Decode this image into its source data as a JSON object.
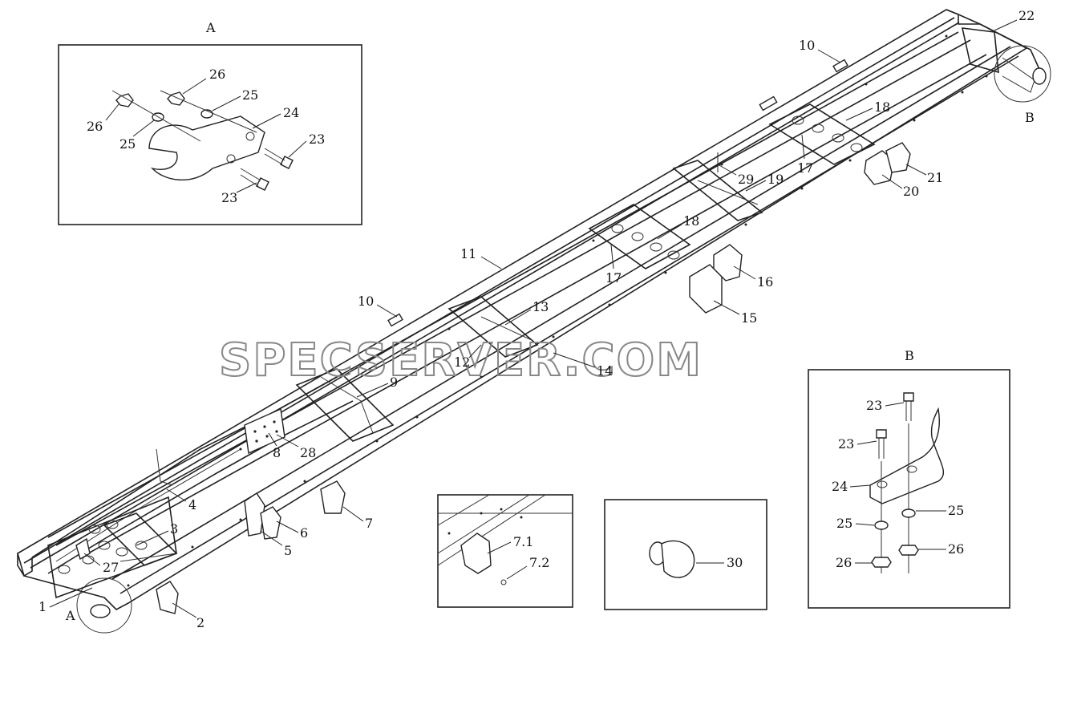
{
  "watermark": "SPECSERVER.COM",
  "detail_boxes": {
    "a": {
      "label": "A"
    },
    "b": {
      "label": "B"
    }
  },
  "circle_markers": {
    "a": "A",
    "b": "B"
  },
  "callouts": {
    "frame_main": [
      "1",
      "2",
      "3",
      "4",
      "5",
      "6",
      "7",
      "8",
      "9",
      "10",
      "10",
      "11",
      "12",
      "13",
      "14",
      "15",
      "16",
      "17",
      "17",
      "18",
      "18",
      "19",
      "20",
      "21",
      "22",
      "27",
      "28",
      "29"
    ],
    "detail_a": [
      "26",
      "25",
      "26",
      "25",
      "24",
      "23",
      "23"
    ],
    "detail_b": [
      "23",
      "23",
      "24",
      "25",
      "25",
      "26",
      "26"
    ],
    "detail_7": [
      "7.1",
      "7.2"
    ],
    "detail_30": [
      "30"
    ]
  }
}
